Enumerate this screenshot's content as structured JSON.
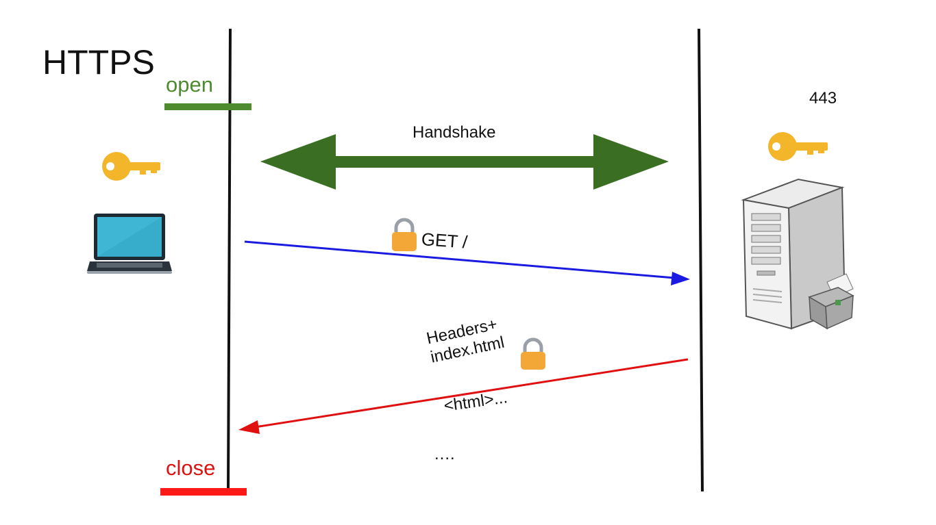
{
  "title": "HTTPS",
  "connection": {
    "open_label": "open",
    "close_label": "close"
  },
  "server": {
    "port": "443"
  },
  "messages": {
    "handshake": "Handshake",
    "request": "GET /",
    "response_line1": "Headers+",
    "response_line2": "index.html",
    "response_body": "<html>...",
    "more": "...."
  },
  "colors": {
    "open": "#4e8a2e",
    "handshake": "#3a6e22",
    "request": "#1a1ae0",
    "response": "#e01010",
    "close": "#ff1a1a",
    "key": "#f3b62b",
    "lock": "#f2a736"
  },
  "icons": [
    "key-icon",
    "laptop-icon",
    "server-icon",
    "lock-icon"
  ]
}
